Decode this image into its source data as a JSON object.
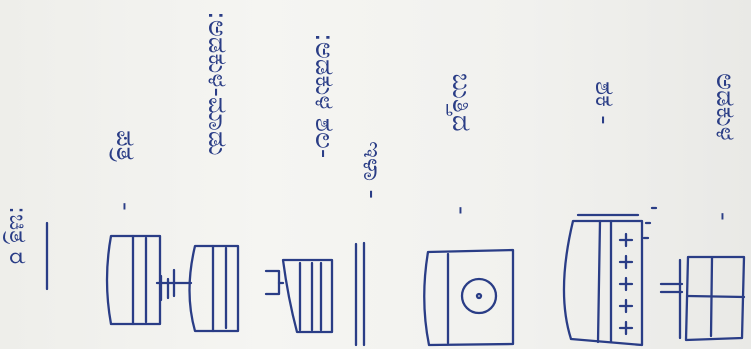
{
  "title": ":ಚಿತ್ರ ರ",
  "items": [
    {
      "label": "ಅಡಕುಳ",
      "dash": "-"
    },
    {
      "label": "ಶಕ -",
      "dash": ""
    },
    {
      "label": "ಬುತ್ತಿದ",
      "dash": "-"
    },
    {
      "label": "ಇಳಾ -",
      "dash": ""
    },
    {
      "label": ":ಅಡಕುಳ ಶಲ-",
      "dash": ""
    },
    {
      "label": ":ಅಡಕುಳ-ಮಾಡು",
      "dash": ""
    },
    {
      "label": "ಪತ್ರ",
      "dash": "-"
    }
  ]
}
